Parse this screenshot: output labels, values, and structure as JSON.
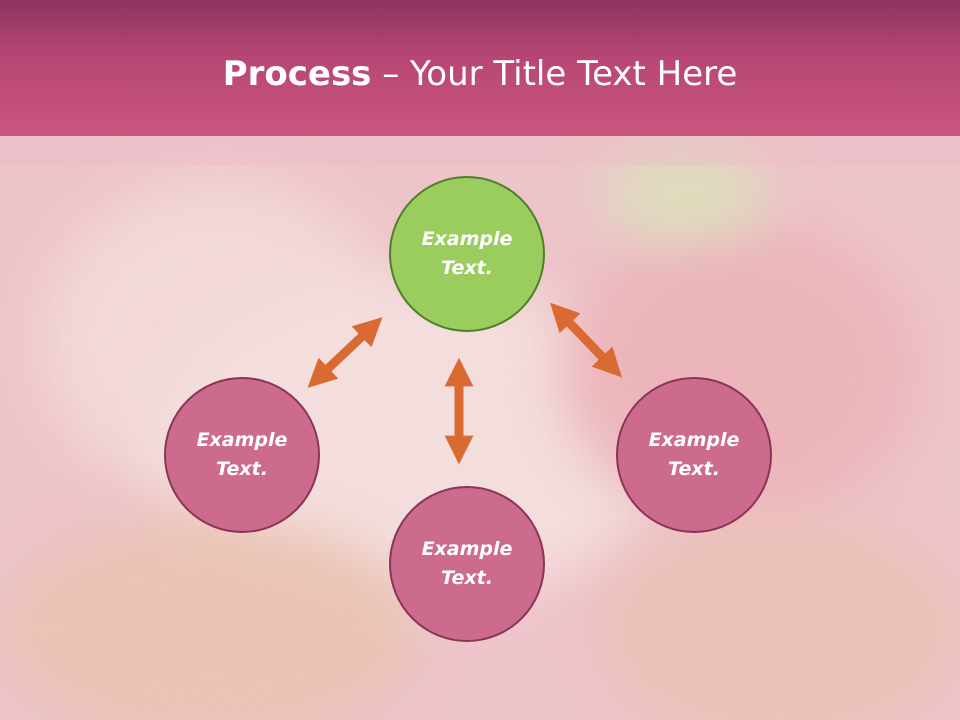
{
  "slide": {
    "title_strong": "Process",
    "title_rest": " – Your Title Text Here"
  },
  "nodes": {
    "top": "Example Text.",
    "left": "Example Text.",
    "bottom": "Example Text.",
    "right": "Example Text."
  },
  "colors": {
    "header": "#b94775",
    "node_pink": "#cd6b8f",
    "node_green": "#9acd5e",
    "arrow": "#d96a32"
  }
}
